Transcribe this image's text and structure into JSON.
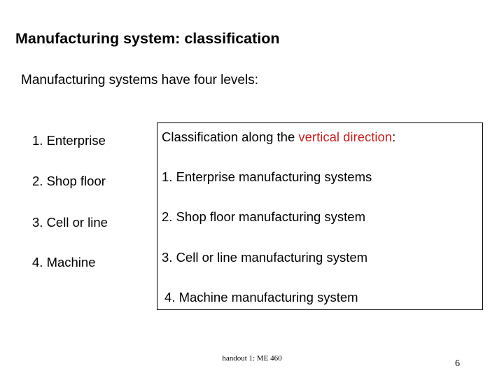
{
  "slide": {
    "title": "Manufacturing system: classification",
    "subtitle": "Manufacturing systems have four levels:",
    "levels": [
      {
        "label": "1. Enterprise"
      },
      {
        "label": "2. Shop floor"
      },
      {
        "label": "3. Cell or line"
      },
      {
        "label": "4. Machine"
      }
    ],
    "classification_box": {
      "header_prefix": "Classification along the ",
      "header_accent": "vertical direction",
      "header_suffix": ":",
      "accent_color": "#bb2222",
      "items": [
        {
          "label": "1. Enterprise manufacturing systems"
        },
        {
          "label": "2. Shop floor manufacturing system"
        },
        {
          "label": "3. Cell or line manufacturing system"
        },
        {
          "label": "4. Machine manufacturing system"
        }
      ]
    },
    "footer": {
      "handout": "handout 1: ME 460",
      "page_number": "6"
    }
  }
}
